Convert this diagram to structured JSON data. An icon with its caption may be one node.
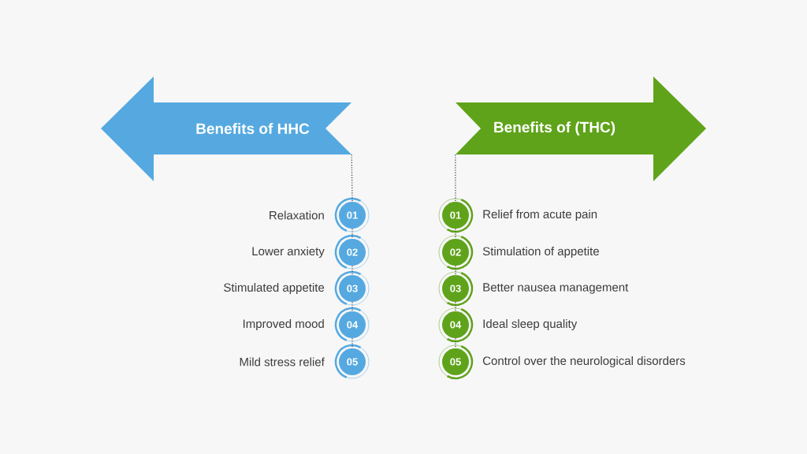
{
  "diagram": {
    "nodes": [
      {
        "text": [
          "Benefits of HHC"
        ]
      },
      {
        "text": [
          "01"
        ],
        "beside": [
          "Relaxation"
        ]
      },
      {
        "text": [
          "02"
        ],
        "beside": [
          "Lower anxiety"
        ]
      },
      {
        "text": [
          "03"
        ],
        "beside": [
          "Stimulated appetite"
        ]
      },
      {
        "text": [
          "04"
        ],
        "beside": [
          "Improved mood"
        ]
      },
      {
        "text": [
          "05"
        ],
        "beside": [
          "Mild stress relief"
        ]
      },
      {
        "text": [
          "Benefits of (THC)"
        ]
      },
      {
        "text": [
          "01"
        ],
        "beside": [
          "Relief from acute pain"
        ]
      },
      {
        "text": [
          "02"
        ],
        "beside": [
          "Stimulation of appetite"
        ]
      },
      {
        "text": [
          "03"
        ],
        "beside": [
          "Better nausea management"
        ]
      },
      {
        "text": [
          "04"
        ],
        "beside": [
          "Ideal sleep quality"
        ]
      },
      {
        "text": [
          "05"
        ],
        "beside": [
          "Control over the neurological disorders"
        ]
      }
    ],
    "edges": [
      {
        "from": 0,
        "to": 1,
        "arrow": "none"
      },
      {
        "from": 1,
        "to": 2,
        "arrow": "none"
      },
      {
        "from": 2,
        "to": 3,
        "arrow": "none"
      },
      {
        "from": 3,
        "to": 4,
        "arrow": "none"
      },
      {
        "from": 4,
        "to": 5,
        "arrow": "none"
      },
      {
        "from": 6,
        "to": 7,
        "arrow": "none"
      },
      {
        "from": 7,
        "to": 8,
        "arrow": "none"
      },
      {
        "from": 8,
        "to": 9,
        "arrow": "none"
      },
      {
        "from": 9,
        "to": 10,
        "arrow": "none"
      },
      {
        "from": 10,
        "to": 11,
        "arrow": "none"
      }
    ]
  }
}
